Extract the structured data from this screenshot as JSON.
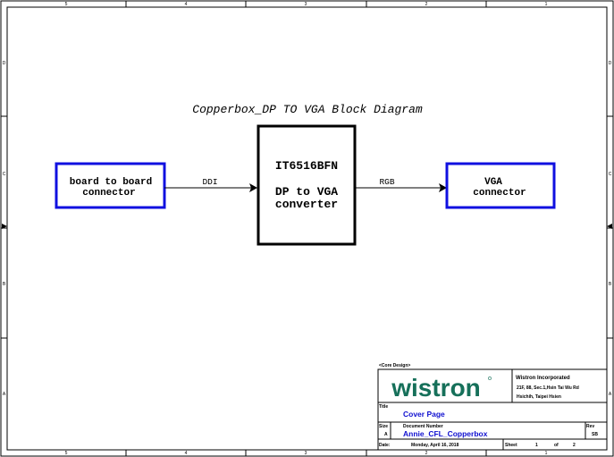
{
  "diagram": {
    "title": "Copperbox_DP TO VGA Block Diagram",
    "blocks": {
      "source": {
        "line1": "board to board",
        "line2": "connector"
      },
      "chip": {
        "line1": "IT6516BFN",
        "line2": "DP to VGA",
        "line3": "converter"
      },
      "sink": {
        "line1": "VGA",
        "line2": "connector"
      }
    },
    "signals": {
      "left": "DDI",
      "right": "RGB"
    },
    "colors": {
      "block_border": "#1010e0",
      "chip_border": "#000000",
      "title_block_text": "#1010d0"
    }
  },
  "frame": {
    "columns": [
      "5",
      "4",
      "3",
      "2",
      "1"
    ],
    "rows": [
      "D",
      "C",
      "B",
      "A"
    ]
  },
  "title_block": {
    "group_label": "<Core Design>",
    "logo_text": "wistron",
    "company": "Wistron Incorporated",
    "address_line1": "21F, 88, Sec.1,Hsin Tai Wu Rd",
    "address_line2": "Hsichih, Taipei Hsien",
    "title_label": "Title",
    "title_value": "Cover Page",
    "size_label": "Size",
    "size_value": "A",
    "docnum_label": "Document Number",
    "docnum_value": "Annie_CFL_Copperbox",
    "rev_label": "Rev",
    "rev_value": "SB",
    "date_label": "Date:",
    "date_value": "Monday, April 16, 2018",
    "sheet_label": "Sheet",
    "sheet_value": "1",
    "of_label": "of",
    "of_value": "2"
  }
}
